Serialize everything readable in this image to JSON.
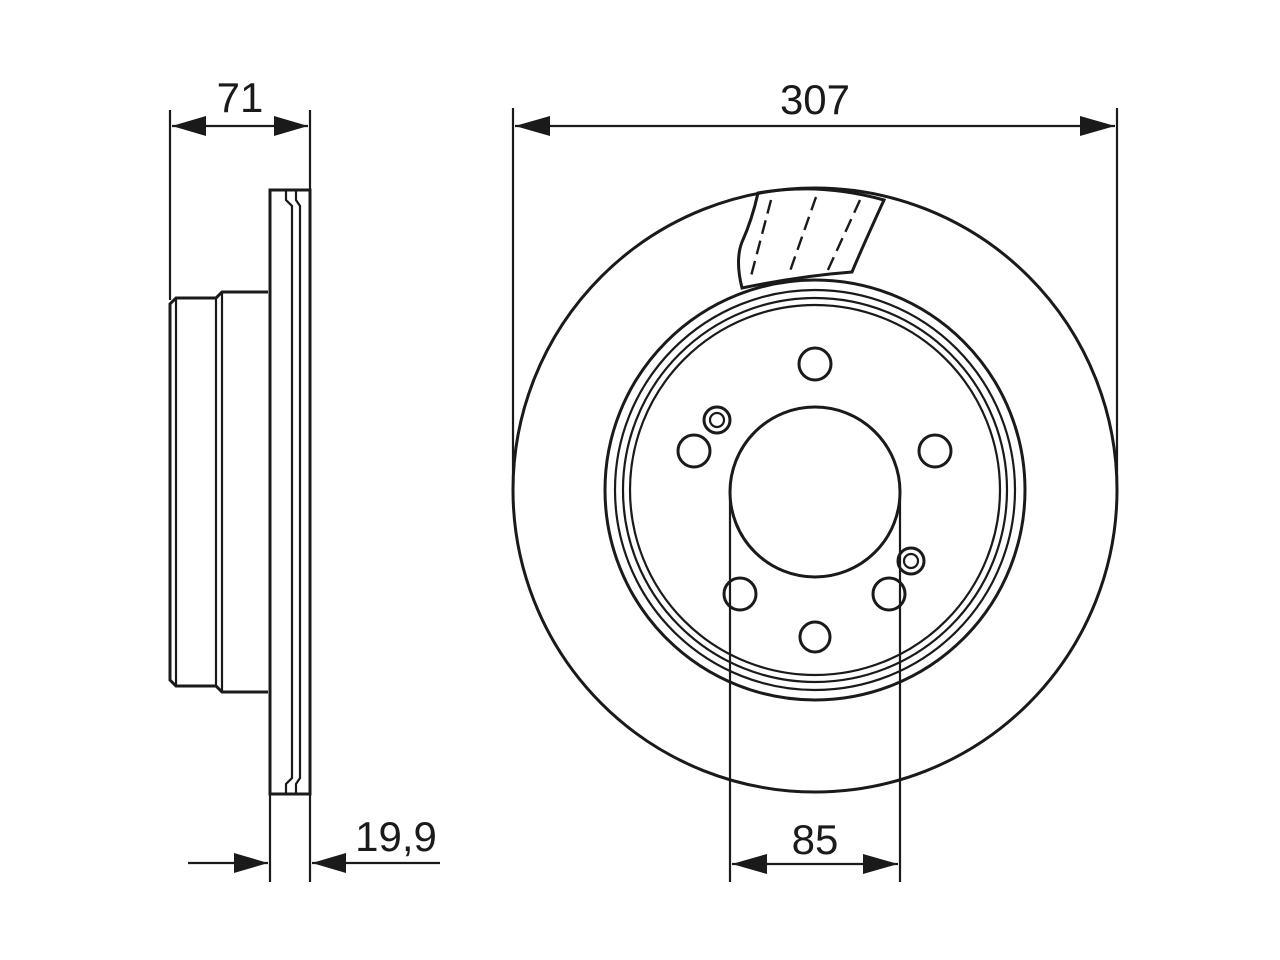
{
  "dimensions": {
    "hub_depth": "71",
    "diameter": "307",
    "thickness": "19,9",
    "center_bore": "85"
  },
  "colors": {
    "line": "#1a1a1a",
    "background": "#ffffff"
  }
}
